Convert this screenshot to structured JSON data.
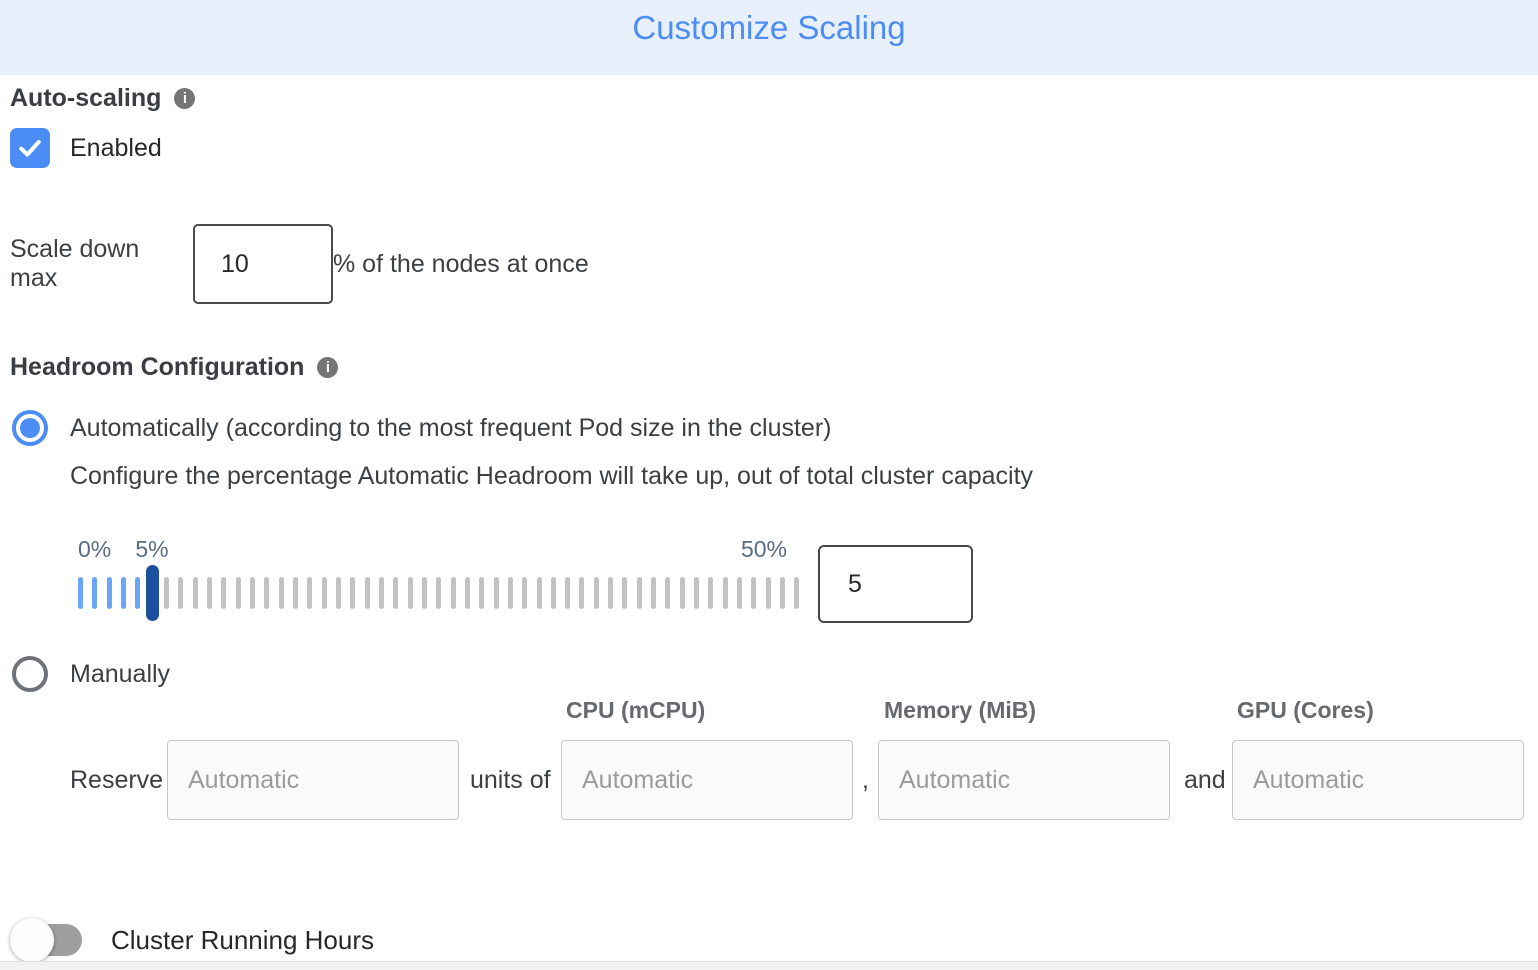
{
  "header": {
    "title": "Customize Scaling"
  },
  "auto_scaling": {
    "label": "Auto-scaling",
    "enabled_label": "Enabled",
    "checkbox_checked": true,
    "scale_down": {
      "prefix": "Scale down max",
      "value": "10",
      "suffix": "% of the nodes at once"
    }
  },
  "headroom": {
    "label": "Headroom Configuration",
    "automatic": {
      "selected": true,
      "label": "Automatically (according to the most frequent Pod size in the cluster)",
      "description": "Configure the percentage Automatic Headroom will take up, out of total cluster capacity",
      "slider": {
        "min_label": "0%",
        "current_label": "5%",
        "max_label": "50%",
        "tick_count": 51,
        "active_ticks": 6,
        "handle_index": 5
      },
      "value": "5"
    },
    "manual": {
      "selected": false,
      "label": "Manually",
      "columns": [
        "CPU (mCPU)",
        "Memory (MiB)",
        "GPU (Cores)"
      ],
      "reserve_label": "Reserve",
      "units_of_label": "units of",
      "comma_label": ",",
      "and_label": "and",
      "placeholder": "Automatic"
    }
  },
  "cluster_running_hours": {
    "label": "Cluster Running Hours",
    "toggle_on": false
  },
  "colors": {
    "accent": "#4c8df5",
    "header_bg": "#e8f0fe",
    "handle": "#1d4f9f",
    "tick_active": "#6aa6f8",
    "tick_inactive": "#c2c2c2"
  }
}
